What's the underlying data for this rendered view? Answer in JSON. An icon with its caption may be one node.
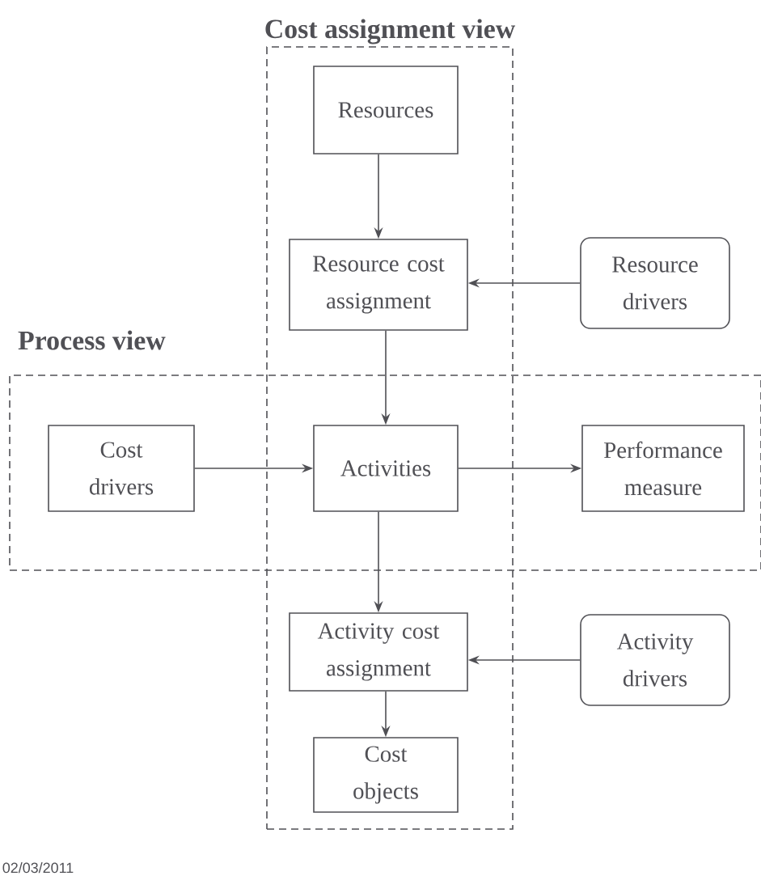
{
  "diagram": {
    "nodes": [
      {
        "text": [
          "Cost assignment view"
        ]
      },
      {
        "text": [
          "Process view"
        ]
      },
      {
        "text": [
          "Resources"
        ],
        "in": 0
      },
      {
        "text": [
          "Resource cost assignment"
        ],
        "in": 0
      },
      {
        "text": [
          "Resource drivers"
        ]
      },
      {
        "text": [
          "Cost drivers"
        ],
        "in": 1
      },
      {
        "text": [
          "Activities"
        ]
      },
      {
        "text": [
          "Performance measure"
        ],
        "in": 1
      },
      {
        "text": [
          "Activity cost assignment"
        ],
        "in": 0
      },
      {
        "text": [
          "Activity drivers"
        ]
      },
      {
        "text": [
          "Cost objects"
        ],
        "in": 0
      }
    ],
    "edges": [
      {
        "from": 2,
        "to": 3,
        "arrow": "to"
      },
      {
        "from": 4,
        "to": 3,
        "arrow": "to"
      },
      {
        "from": 3,
        "to": 6,
        "arrow": "to"
      },
      {
        "from": 5,
        "to": 6,
        "arrow": "to"
      },
      {
        "from": 6,
        "to": 7,
        "arrow": "to"
      },
      {
        "from": 6,
        "to": 8,
        "arrow": "to"
      },
      {
        "from": 9,
        "to": 8,
        "arrow": "to"
      },
      {
        "from": 8,
        "to": 10,
        "arrow": "to"
      }
    ],
    "labels": [
      "02/03/2011"
    ]
  }
}
